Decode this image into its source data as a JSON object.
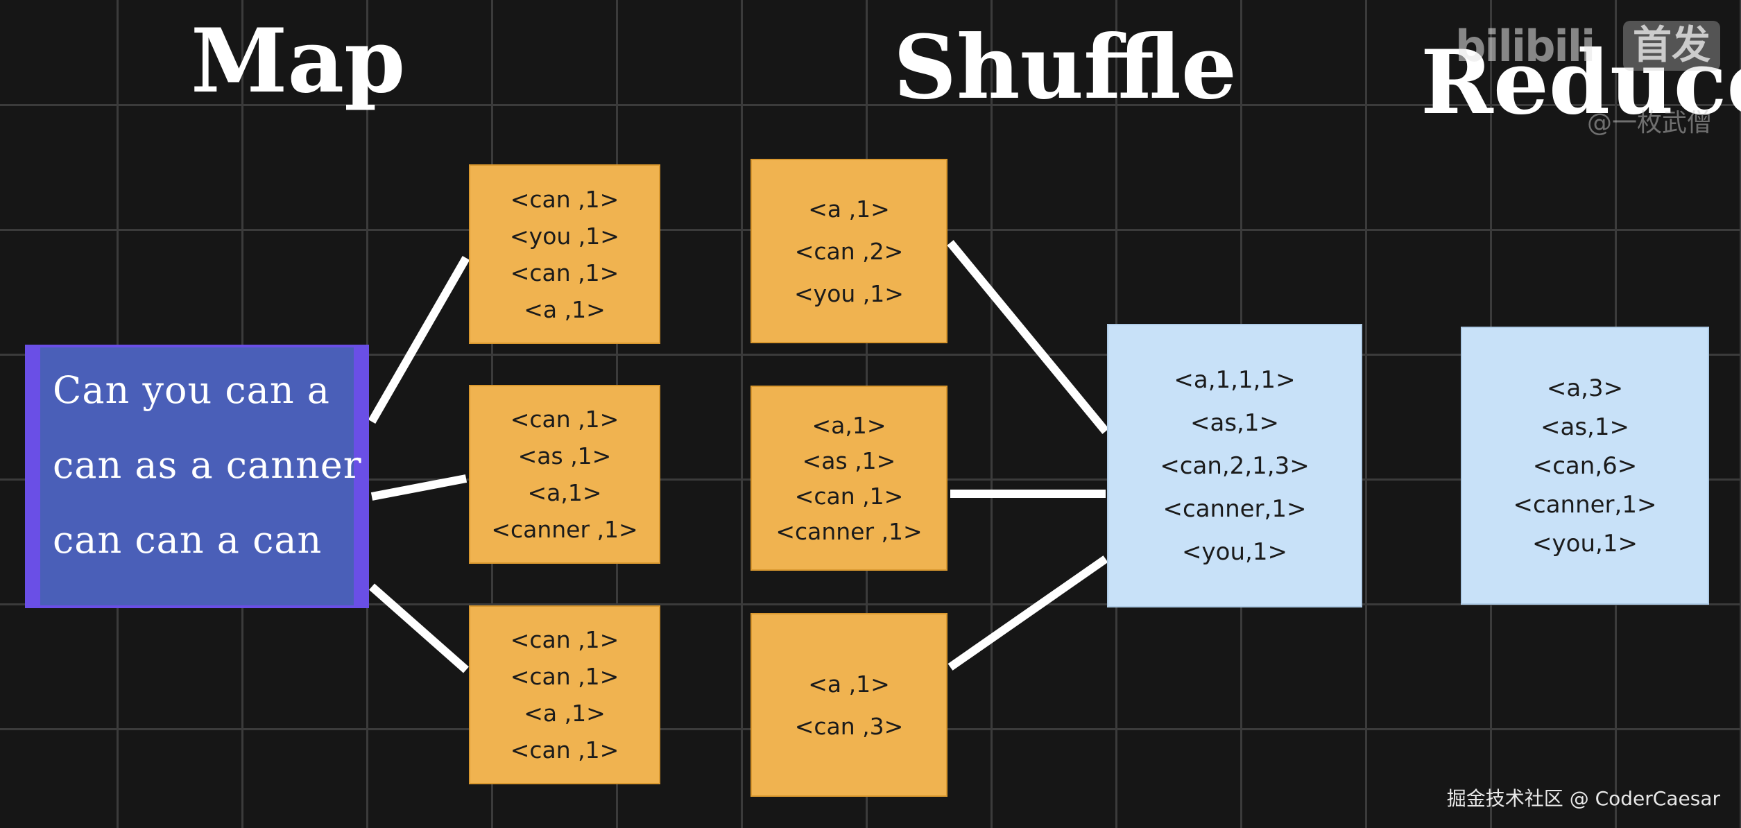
{
  "headings": {
    "map": "Map",
    "shuffle": "Shuffle",
    "reduce": "Reduce"
  },
  "input": {
    "lines": [
      "Can you can a",
      "can as a canner",
      "can can a can"
    ]
  },
  "map_outputs": [
    {
      "pairs": [
        "<can ,1>",
        "<you ,1>",
        "<can ,1>",
        "<a ,1>"
      ]
    },
    {
      "pairs": [
        "<can ,1>",
        "<as ,1>",
        "<a,1>",
        "<canner ,1>"
      ]
    },
    {
      "pairs": [
        "<can ,1>",
        "<can ,1>",
        "<a ,1>",
        "<can ,1>"
      ]
    }
  ],
  "shuffle_outputs": [
    {
      "pairs": [
        "<a ,1>",
        "<can ,2>",
        "<you ,1>"
      ]
    },
    {
      "pairs": [
        "<a,1>",
        "<as ,1>",
        "<can ,1>",
        "<canner ,1>"
      ]
    },
    {
      "pairs": [
        "<a ,1>",
        "<can ,3>"
      ]
    }
  ],
  "grouped": {
    "pairs": [
      "<a,1,1,1>",
      "<as,1>",
      "<can,2,1,3>",
      "<canner,1>",
      "<you,1>"
    ]
  },
  "reduced": {
    "pairs": [
      "<a,3>",
      "<as,1>",
      "<can,6>",
      "<canner,1>",
      "<you,1>"
    ]
  },
  "watermark": {
    "logo": "bilibili",
    "badge": "首发",
    "handle": "@一枚武僧"
  },
  "footer": {
    "credit": "掘金技术社区 @ CoderCaesar"
  },
  "colors": {
    "background": "#161616",
    "map_box": "#f0b350",
    "result_box": "#c8e1f8",
    "input_box": "#4a5fb8",
    "input_border": "#6a4fe6",
    "connector": "#ffffff"
  }
}
